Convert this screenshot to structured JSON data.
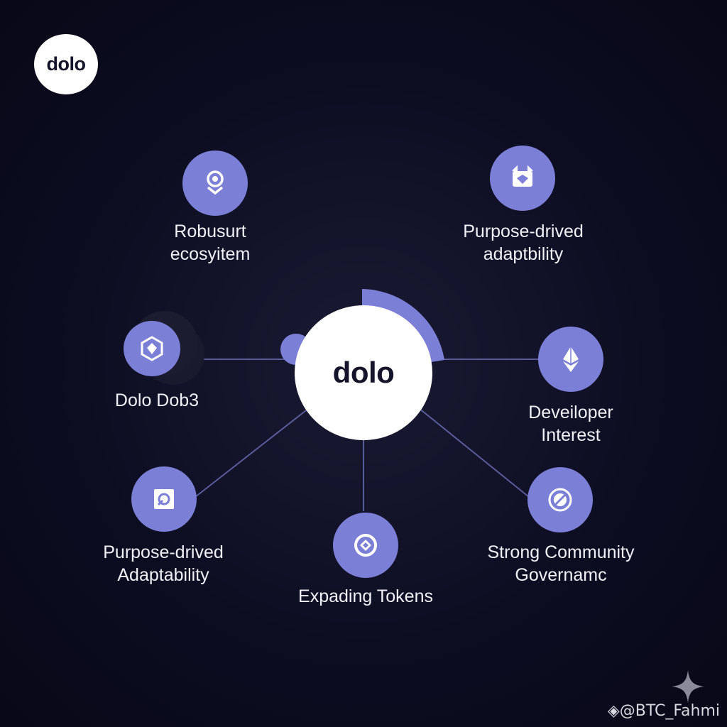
{
  "brand": {
    "logo_text": "dolo"
  },
  "hub": {
    "label": "dolo"
  },
  "colors": {
    "background": "#0d0d22",
    "accent": "#7b7fd6",
    "hub": "#ffffff",
    "text": "#f0f0f8"
  },
  "nodes": [
    {
      "label": "Robusurt\necosyitem",
      "icon": "shield-location-icon"
    },
    {
      "label": "Purpose-drived\nadaptbility",
      "icon": "crown-icon"
    },
    {
      "label": "Dolo Dob3",
      "icon": "hexagon-gem-icon"
    },
    {
      "label": "Deveiloper\nInterest",
      "icon": "ethereum-icon"
    },
    {
      "label": "Purpose-drived\nAdaptability",
      "icon": "square-swirl-icon"
    },
    {
      "label": "Expading Tokens",
      "icon": "diamond-ring-icon"
    },
    {
      "label": "Strong Community\nGovernamc",
      "icon": "globe-slash-icon"
    }
  ],
  "watermark": {
    "text": "@BTC_Fahmi"
  }
}
